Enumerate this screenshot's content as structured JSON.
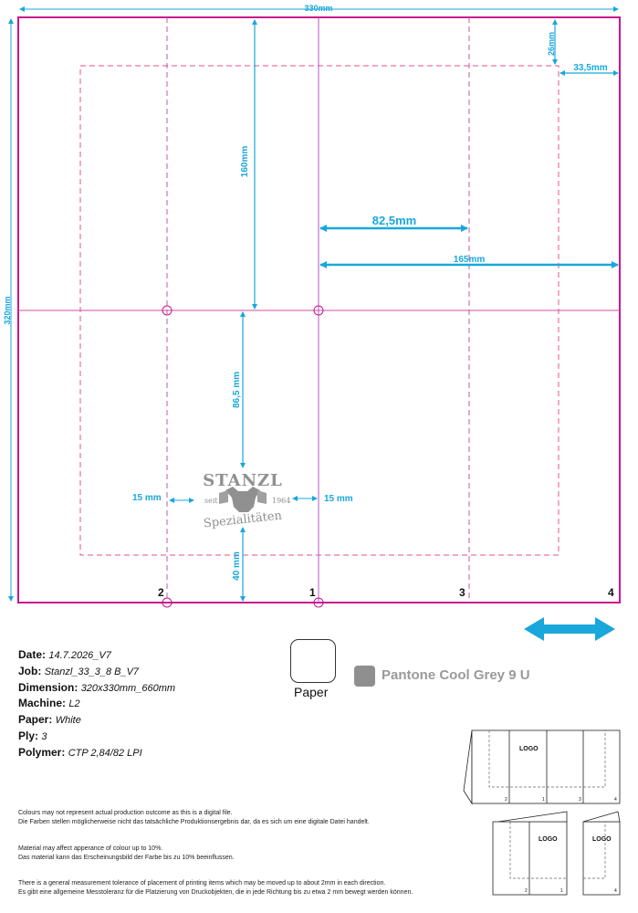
{
  "dimensions": {
    "width_total": "330mm",
    "height_total": "320mm",
    "top_margin": "26mm",
    "right_margin": "33,5mm",
    "label_160": "160mm",
    "label_825": "82,5mm",
    "label_165": "165mm",
    "label_865": "86,5 mm",
    "label_15_left": "15 mm",
    "label_15_right": "15 mm",
    "label_40": "40 mm"
  },
  "panels": [
    "2",
    "1",
    "3",
    "4"
  ],
  "logo": {
    "brand": "STANZL",
    "seit": "seit",
    "year": "1964",
    "tagline": "Spezialitäten"
  },
  "info": {
    "date_label": "Date:",
    "date": "14.7.2026_V7",
    "job_label": "Job:",
    "job": "Stanzl_33_3_8 B_V7",
    "dimension_label": "Dimension:",
    "dimension": "320x330mm_660mm",
    "machine_label": "Machine:",
    "machine": "L2",
    "paper_label": "Paper:",
    "paper": "White",
    "ply_label": "Ply:",
    "ply": "3",
    "polymer_label": "Polymer:",
    "polymer": "CTP 2,84/82 LPI"
  },
  "paper_swatch_label": "Paper",
  "pantone": {
    "label": "Pantone Cool Grey 9 U",
    "color": "#8f8f90"
  },
  "colors": {
    "dieline": "#c8178c",
    "fold": "#d860b0",
    "dimension": "#19a7dc"
  },
  "notes": {
    "n1": "Colours may not represent actual production outcome as this is a digital file.",
    "n2": "Die Farben stellen möglicherweise nicht das tatsächliche Produktionsergebnis dar, da es sich um eine digitale Datei handelt.",
    "n3": "Material may affect apperance of colour up to 10%.",
    "n4": "Das material kann das Erscheinungsbild der Farbe bis zu 10% beeinflussen.",
    "n5": "There is a general measurement tolerance of placement of printing items which may be moved up to about 2mm in each direction.",
    "n6": "Es gibt eine allgemeine Messtoleranz für die Platzierung von Druckobjekten, die in jede Richtung bis zu etwa 2 mm bewegt werden können."
  },
  "fold_diagram": {
    "logo": "LOGO",
    "top_nums": [
      "2",
      "1",
      "3",
      "4"
    ],
    "bottom_left_nums": [
      "2",
      "1"
    ],
    "bottom_right_num": "4"
  }
}
